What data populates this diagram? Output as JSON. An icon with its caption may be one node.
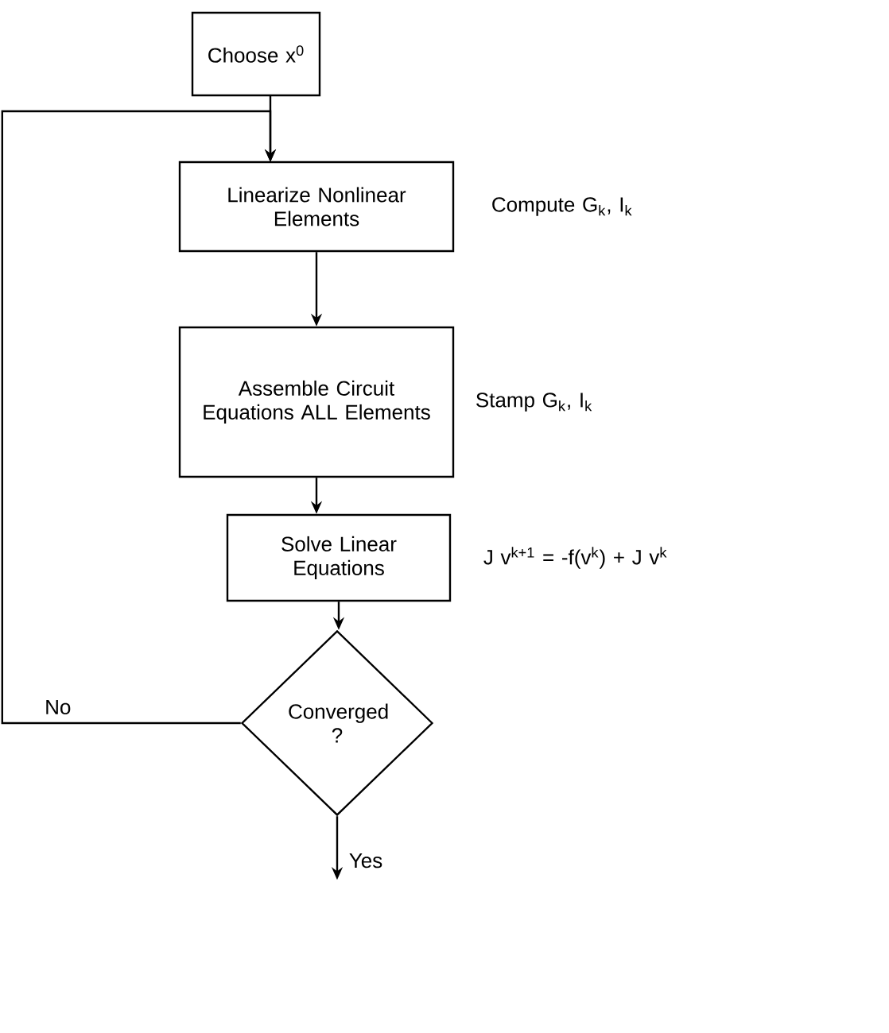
{
  "diagram": {
    "nodes": [
      {
        "text": [
          "Choose x$^{0}$"
        ]
      },
      {
        "text": [
          "Linearize Nonlinear Elements"
        ],
        "beside": [
          "Compute G$_{k}$, I$_{k}$"
        ]
      },
      {
        "text": [
          "Assemble Circuit Equations ALL Elements"
        ],
        "beside": [
          "Stamp G$_{k}$, I$_{k}$"
        ]
      },
      {
        "text": [
          "Solve Linear Equations"
        ],
        "beside": [
          "J v$^{k+1}$ = -f(v$^{k}$) + J v$^{k}$"
        ]
      },
      {
        "text": [
          "Converged ?"
        ]
      }
    ],
    "edges": [
      {
        "from": 0,
        "to": 1,
        "arrow": "to"
      },
      {
        "from": 1,
        "to": 2,
        "arrow": "to"
      },
      {
        "from": 2,
        "to": 3,
        "arrow": "to"
      },
      {
        "from": 3,
        "to": 4,
        "arrow": "to"
      },
      {
        "from": 4,
        "to": 1,
        "arrow": "to",
        "label": "No"
      },
      {
        "from": 4,
        "to": null,
        "arrow": "to",
        "label": "Yes"
      }
    ]
  }
}
